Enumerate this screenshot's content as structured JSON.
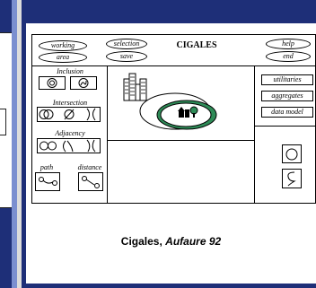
{
  "title": "CIGALES",
  "top_buttons": {
    "working": "working",
    "area": "area",
    "selection": "selection",
    "save": "save",
    "help": "help",
    "end": "end"
  },
  "tool_groups": {
    "inclusion": "Inclusion",
    "intersection": "Intersection",
    "adjacency": "Adjacency",
    "path": "path",
    "distance": "distance"
  },
  "menu": [
    "utilitaries",
    "aggregates",
    "data model"
  ],
  "caption": {
    "name": "Cigales, ",
    "citation": "Aufaure 92"
  },
  "colors": {
    "slide_blue": "#1e2f78",
    "rail_blue": "#7b8fd0",
    "canvas_green": "#2e8b57"
  }
}
